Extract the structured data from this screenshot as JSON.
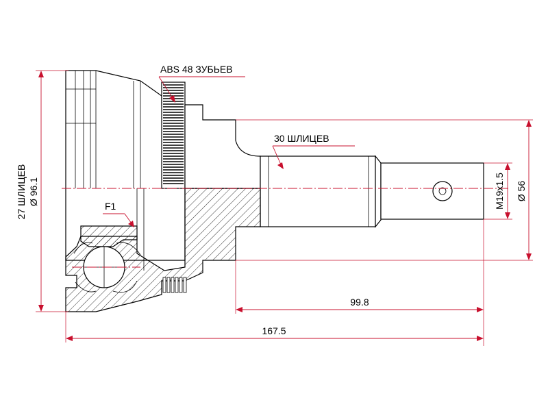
{
  "labels": {
    "abs_teeth": "ABS 48 ЗУБЬЕВ",
    "outer_splines": "30 ШЛИЦЕВ",
    "inner_splines": "27 ШЛИЦЕВ",
    "bell_diameter": "Ø 96.1",
    "thread": "M19x1.5",
    "seal_diameter": "Ø 56",
    "shaft_length": "99.8",
    "total_length": "167.5",
    "flange_mark": "F1"
  },
  "colors": {
    "dimension": "#c8102e",
    "outline": "#000000",
    "background": "#ffffff"
  }
}
